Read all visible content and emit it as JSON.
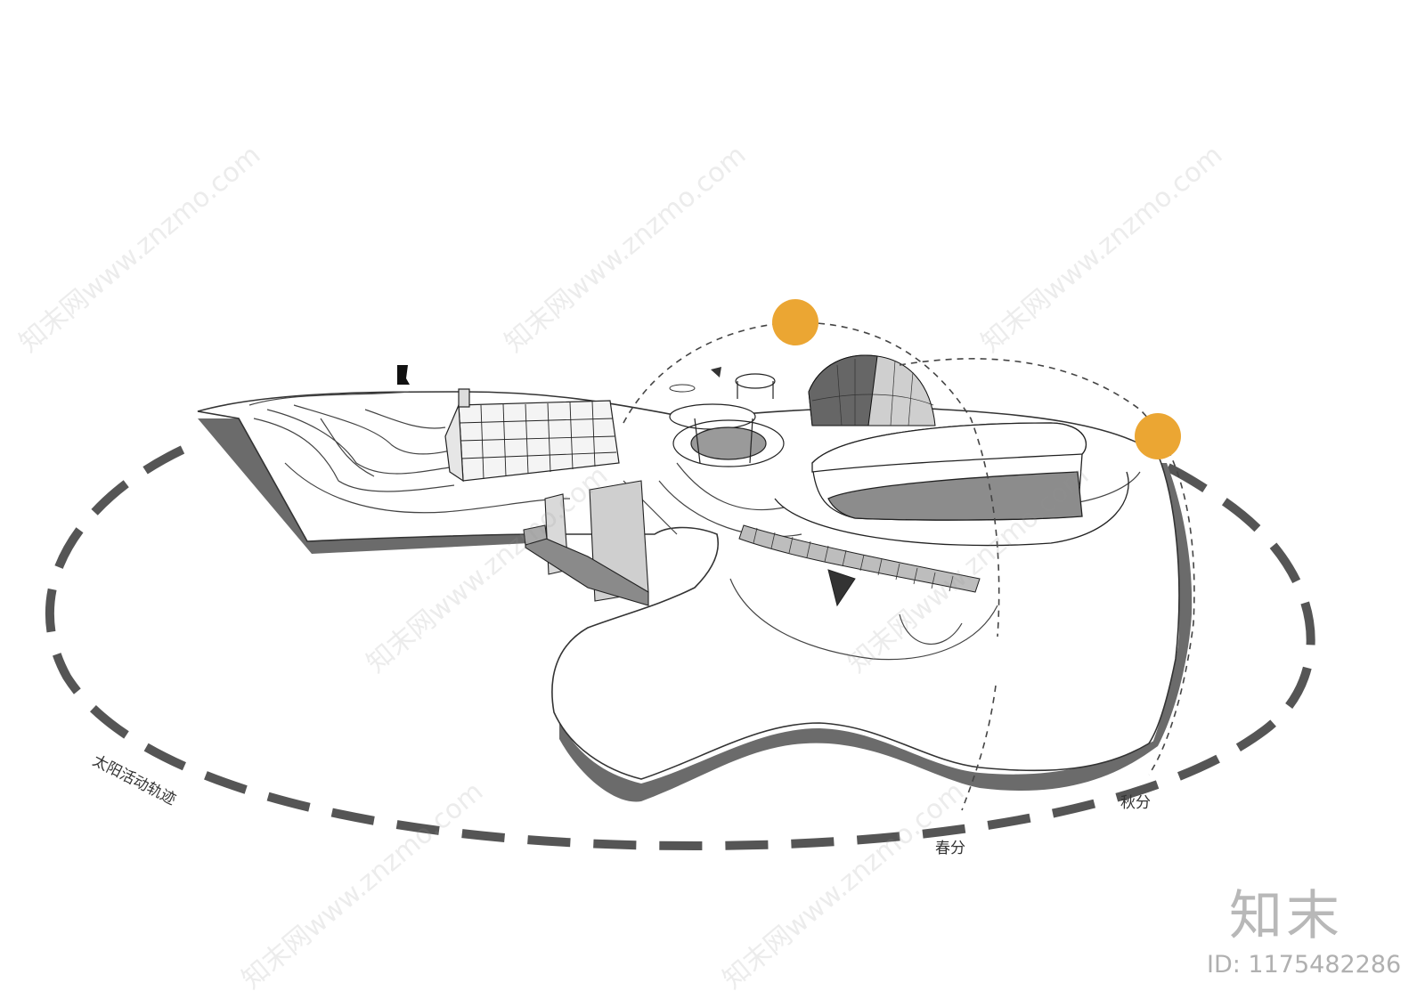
{
  "labels": {
    "sun_trajectory": "太阳活动轨迹",
    "spring_equinox": "春分",
    "autumn_equinox": "秋分"
  },
  "branding": {
    "logo": "知末",
    "image_id": "ID: 1175482286",
    "watermark": "知末网www.znzmo.com"
  },
  "colors": {
    "sun": "#EBA633",
    "orbit": "#555555",
    "shadow": "#6b6b6b",
    "line": "#333333"
  }
}
